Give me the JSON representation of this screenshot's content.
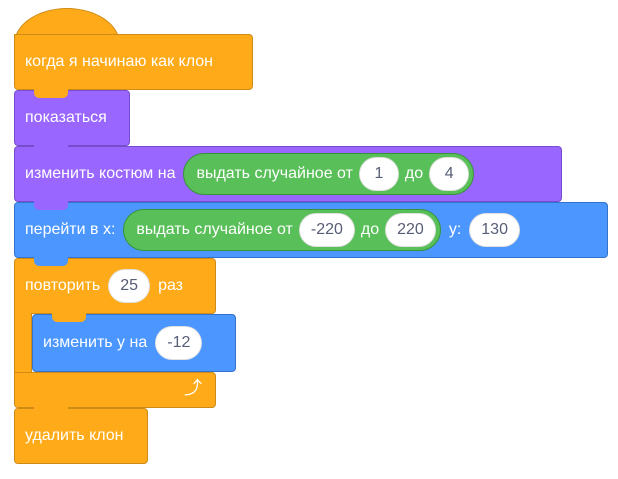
{
  "script": {
    "hat_label": "когда я начинаю как клон",
    "show_label": "показаться",
    "switch_costume": {
      "label": "изменить костюм на",
      "op_label": "выдать случайное от",
      "from": "1",
      "to_label": "до",
      "to": "4"
    },
    "goto": {
      "label": "перейти в x:",
      "op_label": "выдать случайное от",
      "from": "-220",
      "to_label": "до",
      "to": "220",
      "y_label": "y:",
      "y": "130"
    },
    "repeat": {
      "label": "повторить",
      "count": "25",
      "suffix": "раз"
    },
    "change_y": {
      "label": "изменить y на",
      "value": "-12"
    },
    "delete_clone_label": "удалить клон"
  },
  "colors": {
    "control": "#FFAB19",
    "looks": "#9966FF",
    "motion": "#4C97FF",
    "operators": "#59C059"
  }
}
